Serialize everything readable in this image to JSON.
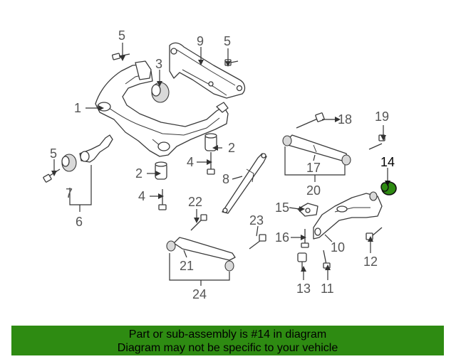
{
  "callouts": {
    "c1": "1",
    "c2a": "2",
    "c2b": "2",
    "c3": "3",
    "c4a": "4",
    "c4b": "4",
    "c5a": "5",
    "c5b": "5",
    "c5c": "5",
    "c6": "6",
    "c7": "7",
    "c8": "8",
    "c9": "9",
    "c10": "10",
    "c11": "11",
    "c12": "12",
    "c13": "13",
    "c14": "14",
    "c15": "15",
    "c16": "16",
    "c17": "17",
    "c18": "18",
    "c19": "19",
    "c20": "20",
    "c21": "21",
    "c22": "22",
    "c23": "23",
    "c24": "24"
  },
  "highlight": {
    "part": "14",
    "color": "#2e8b12"
  },
  "banner": {
    "line1": "Part or sub-assembly is #14 in diagram",
    "line2": "Diagram may not be specific to your vehicle",
    "background": "#2e8b12"
  }
}
